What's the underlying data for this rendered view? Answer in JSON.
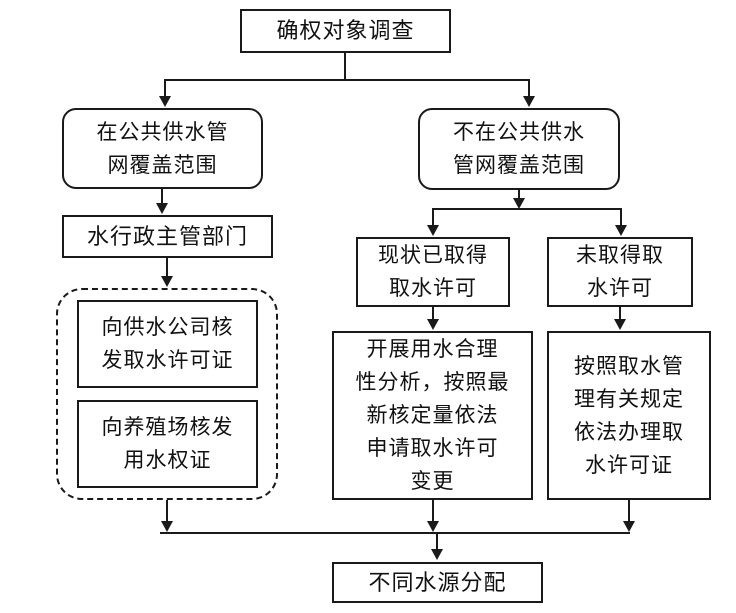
{
  "diagram": {
    "type": "flowchart",
    "colors": {
      "line": "#1a1a1a",
      "background": "#ffffff",
      "box_fill": "#ffffff"
    },
    "nodes": {
      "survey": {
        "label": "确权对象调查"
      },
      "in_network": {
        "label": "在公共供水管\n网覆盖范围"
      },
      "out_network": {
        "label": "不在公共供水\n管网覆盖范围"
      },
      "water_dept": {
        "label": "水行政主管部门"
      },
      "permit_company": {
        "label": "向供水公司核\n发取水许可证"
      },
      "right_farm": {
        "label": "向养殖场核发\n用水权证"
      },
      "has_permit": {
        "label": "现状已取得\n取水许可"
      },
      "no_permit": {
        "label": "未取得取\n水许可"
      },
      "rationality": {
        "label": "开展用水合理\n性分析，按照最\n新核定量依法\n申请取水许可\n变更"
      },
      "apply_permit": {
        "label": "按照取水管\n理有关规定\n依法办理取\n水许可证"
      },
      "allocation": {
        "label": "不同水源分配"
      }
    },
    "edges": [
      {
        "from": "survey",
        "to": "in_network"
      },
      {
        "from": "survey",
        "to": "out_network"
      },
      {
        "from": "in_network",
        "to": "water_dept"
      },
      {
        "from": "water_dept",
        "to": "dashed_group"
      },
      {
        "from": "out_network",
        "to": "has_permit"
      },
      {
        "from": "out_network",
        "to": "no_permit"
      },
      {
        "from": "has_permit",
        "to": "rationality"
      },
      {
        "from": "no_permit",
        "to": "apply_permit"
      },
      {
        "from": "dashed_group",
        "to": "allocation"
      },
      {
        "from": "rationality",
        "to": "allocation"
      },
      {
        "from": "apply_permit",
        "to": "allocation"
      }
    ]
  }
}
